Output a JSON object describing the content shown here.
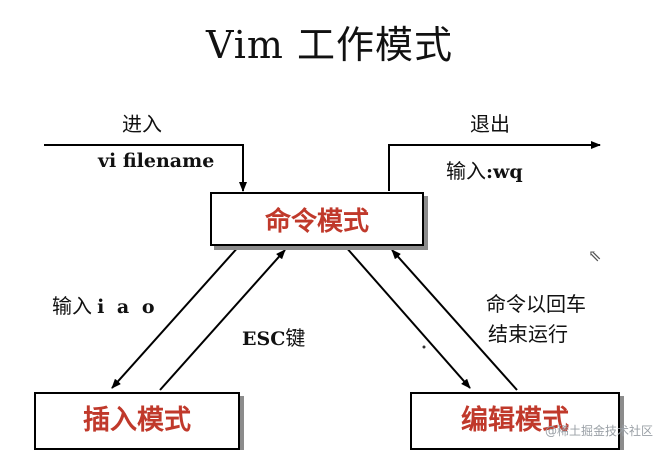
{
  "title": "Vim 工作模式",
  "modes": {
    "command": "命令模式",
    "insert": "插入模式",
    "edit": "编辑模式"
  },
  "labels": {
    "enter": "进入",
    "enter_cmd": "vi filename",
    "exit": "退出",
    "exit_input_prefix": "输入",
    "exit_input_cmd": ":wq",
    "insert_input_prefix": "输入",
    "insert_input_keys": "i a o",
    "esc": "ESC",
    "esc_suffix": "键",
    "cmd_run_line1": "命令以回车",
    "cmd_run_line2": "结束运行"
  },
  "watermark": "@稀土掘金技术社区",
  "colors": {
    "mode_text": "#c0392b",
    "line": "#000000"
  },
  "icons": {
    "pointer": "mouse-pointer-icon"
  }
}
